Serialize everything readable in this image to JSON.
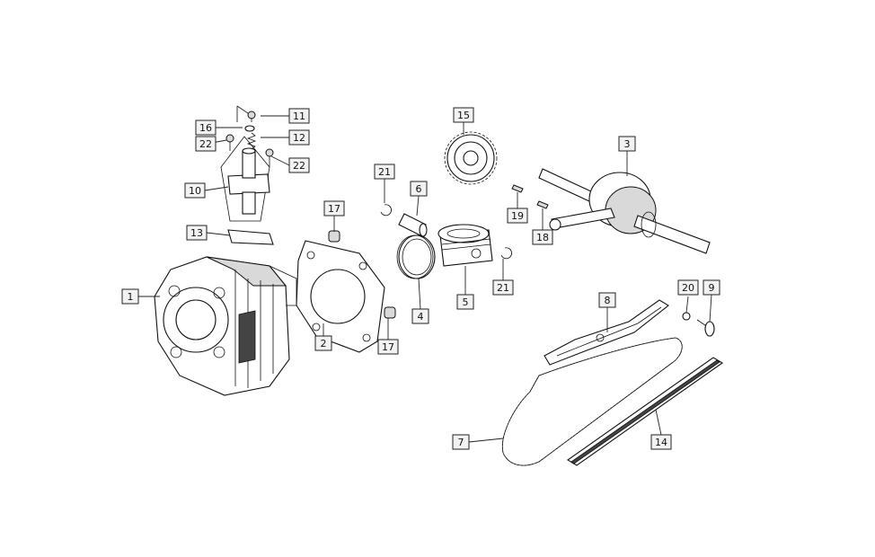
{
  "labels": {
    "l1": "1",
    "l2": "2",
    "l3": "3",
    "l4": "4",
    "l5": "5",
    "l6": "6",
    "l7": "7",
    "l8": "8",
    "l9": "9",
    "l10": "10",
    "l11": "11",
    "l12": "12",
    "l13": "13",
    "l14": "14",
    "l15": "15",
    "l16": "16",
    "l17a": "17",
    "l17b": "17",
    "l18": "18",
    "l19": "19",
    "l20": "20",
    "l21a": "21",
    "l21b": "21",
    "l22a": "22",
    "l22b": "22"
  }
}
